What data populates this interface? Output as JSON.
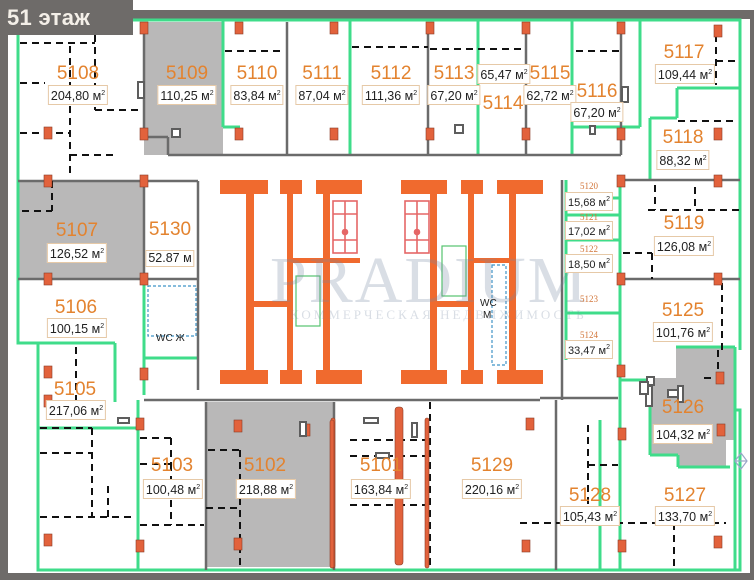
{
  "floor_label": "51 этаж",
  "area_unit": "м",
  "area_unit_sup": "2",
  "units": [
    {
      "id": "5101",
      "area": "163,84"
    },
    {
      "id": "5102",
      "area": "218,88",
      "status": "occupied"
    },
    {
      "id": "5103",
      "area": "100,48"
    },
    {
      "id": "5105",
      "area": "217,06"
    },
    {
      "id": "5106",
      "area": "100,15"
    },
    {
      "id": "5107",
      "area": "126,52",
      "status": "occupied"
    },
    {
      "id": "5108",
      "area": "204,80"
    },
    {
      "id": "5109",
      "area": "110,25",
      "status": "occupied"
    },
    {
      "id": "5110",
      "area": "83,84"
    },
    {
      "id": "5111",
      "area": "87,04"
    },
    {
      "id": "5112",
      "area": "111,36"
    },
    {
      "id": "5113",
      "area": "67,20"
    },
    {
      "id": "5114",
      "area": "65,47"
    },
    {
      "id": "5115",
      "area": "62,72"
    },
    {
      "id": "5116",
      "area": "67,20"
    },
    {
      "id": "5117",
      "area": "109,44"
    },
    {
      "id": "5118",
      "area": "88,32"
    },
    {
      "id": "5119",
      "area": "126,08"
    },
    {
      "id": "5120",
      "area": "15,68"
    },
    {
      "id": "5121",
      "area": "17,02"
    },
    {
      "id": "5122",
      "area": "18,50"
    },
    {
      "id": "5123",
      "area": ""
    },
    {
      "id": "5124",
      "area": "33,47"
    },
    {
      "id": "5125",
      "area": "101,76"
    },
    {
      "id": "5126",
      "area": "104,32",
      "status": "occupied"
    },
    {
      "id": "5127",
      "area": "133,70"
    },
    {
      "id": "5128",
      "area": "105,43"
    },
    {
      "id": "5129",
      "area": "220,16"
    },
    {
      "id": "5130",
      "area": "52.87"
    }
  ],
  "labels": {
    "wc_female": "WC Ж",
    "wc_male_1": "WC",
    "wc_male_2": "М"
  },
  "watermark": {
    "brand": "PRADIUM",
    "tagline": "КОММЕРЧЕСКАЯ НЕДВИЖИМОСТЬ"
  },
  "colors": {
    "available_room": "#ffffff",
    "occupied_room": "#b9b8b8",
    "unit_number": "#e3832f",
    "partition_green": "#3fdc8a",
    "column": "#e2623c",
    "core_wall": "#f06a2e",
    "wall": "#6b6b6b",
    "frame": "#6e6b69"
  }
}
